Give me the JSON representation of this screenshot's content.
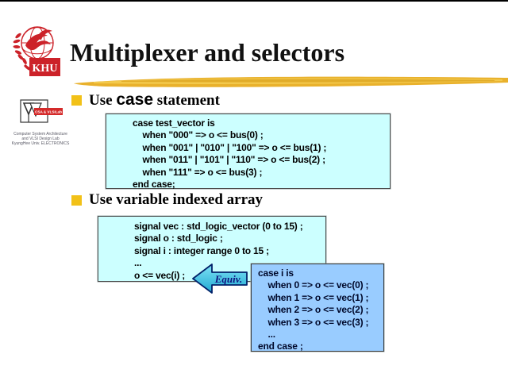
{
  "slide": {
    "title": "Multiplexer and selectors",
    "khu_logo": {
      "text": "KHU"
    },
    "lab_logo": {
      "badge": "CSA & VLSILab",
      "caption_lines": [
        "Computer System Architecture",
        "and VLSI Design Lab",
        "KyungHee Univ. ELECTRONICS"
      ]
    },
    "bullets": [
      {
        "pre": "Use ",
        "code": "case",
        "post": " statement"
      },
      {
        "pre": "Use variable indexed array",
        "code": "",
        "post": ""
      }
    ],
    "code_boxes": [
      {
        "name": "case-statement-code",
        "lines": [
          "case test_vector is",
          "    when \"000\" => o <= bus(0) ;",
          "    when \"001\" | \"010\" | \"100\" => o <= bus(1) ;",
          "    when \"011\" | \"101\" | \"110\" => o <= bus(2) ;",
          "    when \"111\" => o <= bus(3) ;",
          "end case;"
        ]
      },
      {
        "name": "signal-declaration-code",
        "lines": [
          "signal vec : std_logic_vector (0 to 15) ;",
          "signal o : std_logic ;",
          "signal i : integer range 0 to 15 ;",
          "...",
          "o <= vec(i) ;"
        ]
      },
      {
        "name": "case-i-code",
        "lines": [
          "case i is",
          "    when 0 => o <= vec(0) ;",
          "    when 1 => o <= vec(1) ;",
          "    when 2 => o <= vec(2) ;",
          "    when 3 => o <= vec(3) ;",
          "    ...",
          "end case ;"
        ]
      }
    ],
    "arrow_label": "Equiv.",
    "colors": {
      "box_cyan": "#CCFFFF",
      "box_blue": "#99CCFF",
      "bullet_gold": "#F2C118",
      "streak_gold": "#E9B12C",
      "arrow_cyan": "#35BFE2",
      "arrow_border": "#012169",
      "logo_red": "#CC2229"
    }
  }
}
